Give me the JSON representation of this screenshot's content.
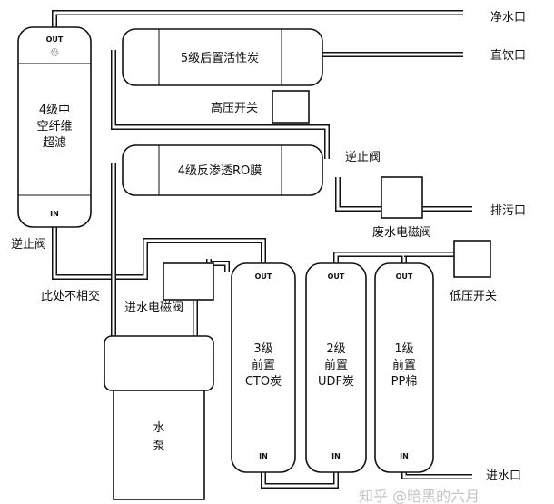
{
  "labels": {
    "pure_outlet": "净水口",
    "direct_outlet": "直饮口",
    "post_carbon": "5级后置活性炭",
    "uf_line1": "4级中",
    "uf_line2": "空纤维",
    "uf_line3": "超滤",
    "high_pressure_switch": "高压开关",
    "check_valve_right": "逆止阀",
    "ro_membrane": "4级反渗透RO膜",
    "drain_outlet": "排污口",
    "waste_solenoid": "废水电磁阀",
    "check_valve_left": "逆止阀",
    "no_cross": "此处不相交",
    "inlet_solenoid": "进水电磁阀",
    "low_pressure_switch": "低压开关",
    "cto_line1": "3级",
    "cto_line2": "前置",
    "cto_line3": "CTO炭",
    "udf_line1": "2级",
    "udf_line2": "前置",
    "udf_line3": "UDF炭",
    "pp_line1": "1级",
    "pp_line2": "前置",
    "pp_line3": "PP棉",
    "pump_line1": "水",
    "pump_line2": "泵",
    "inlet": "进水口",
    "out": "OUT",
    "in": "IN"
  },
  "watermark": "知乎 @暗黑的六月",
  "colors": {
    "line": "#111111",
    "background": "#ffffff"
  }
}
